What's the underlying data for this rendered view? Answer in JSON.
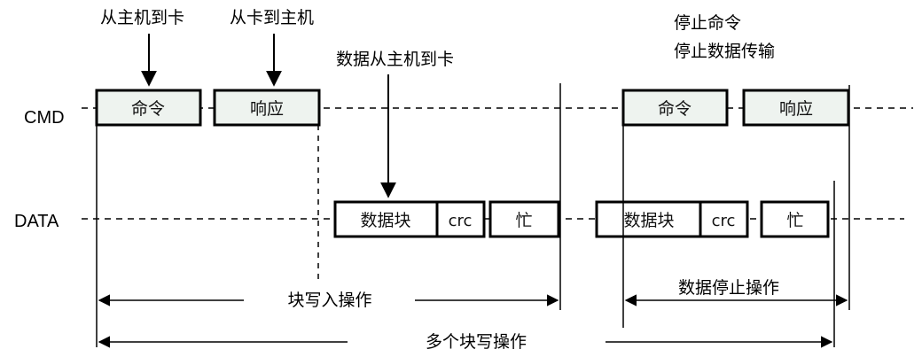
{
  "annotations": {
    "host_to_card": "从主机到卡",
    "card_to_host": "从卡到主机",
    "data_host_to_card": "数据从主机到卡",
    "stop_command": "停止命令",
    "stop_data_transfer": "停止数据传输"
  },
  "signals": {
    "cmd": "CMD",
    "data": "DATA"
  },
  "boxes": {
    "command": "命令",
    "response": "响应",
    "command_2": "命令",
    "response_2": "响应",
    "data_block": "数据块",
    "crc": "crc",
    "busy": "忙",
    "data_block_2": "数据块",
    "crc_2": "crc",
    "busy_2": "忙"
  },
  "spans": {
    "block_write_op": "块写入操作",
    "data_stop_op": "数据停止操作",
    "multi_block_write_op": "多个块写操作"
  },
  "colors": {
    "box_fill": "#eef3ef",
    "stroke": "#000000"
  }
}
